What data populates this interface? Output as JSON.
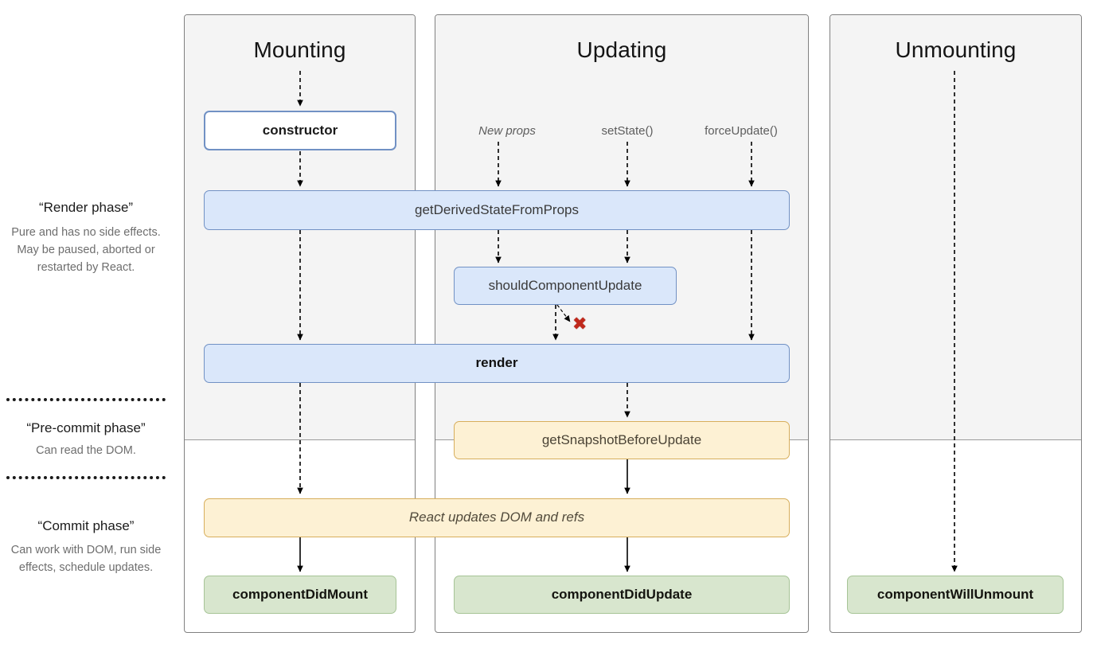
{
  "legend": {
    "blocks": [
      {
        "id": "render-phase",
        "title": "“Render phase”",
        "desc": "Pure and has no side effects. May be paused, aborted or restarted by React."
      },
      {
        "id": "pre-commit-phase",
        "title": "“Pre-commit phase”",
        "desc": "Can read the DOM."
      },
      {
        "id": "commit-phase",
        "title": "“Commit phase”",
        "desc": "Can work with DOM, run side effects, schedule updates."
      }
    ]
  },
  "columns": [
    {
      "id": "mounting",
      "title": "Mounting"
    },
    {
      "id": "updating",
      "title": "Updating"
    },
    {
      "id": "unmounting",
      "title": "Unmounting"
    }
  ],
  "triggers": [
    {
      "id": "new-props",
      "label": "New props",
      "style": "italic"
    },
    {
      "id": "set-state",
      "label": "setState()",
      "style": "normal"
    },
    {
      "id": "force-update",
      "label": "forceUpdate()",
      "style": "normal"
    }
  ],
  "nodes": {
    "constructor": "constructor",
    "get_derived_state_from_props": "getDerivedStateFromProps",
    "should_component_update": "shouldComponentUpdate",
    "render": "render",
    "get_snapshot_before_update": "getSnapshotBeforeUpdate",
    "react_updates": "React updates DOM and refs",
    "component_did_mount": "componentDidMount",
    "component_did_update": "componentDidUpdate",
    "component_will_unmount": "componentWillUnmount"
  },
  "markers": {
    "skip_render_x": "✖"
  },
  "colors": {
    "panel_grey": "#f4f4f4",
    "panel_border": "#808080",
    "blue_fill": "#dae7fa",
    "blue_border": "#7191c4",
    "yellow_fill": "#fdf1d4",
    "yellow_border": "#d7ae5c",
    "green_fill": "#d8e6ce",
    "green_border": "#a6c496",
    "x_mark": "#c0281b",
    "arrow": "#000000",
    "legend_title": "#1b1b1b",
    "legend_desc": "#6e6e6e"
  }
}
